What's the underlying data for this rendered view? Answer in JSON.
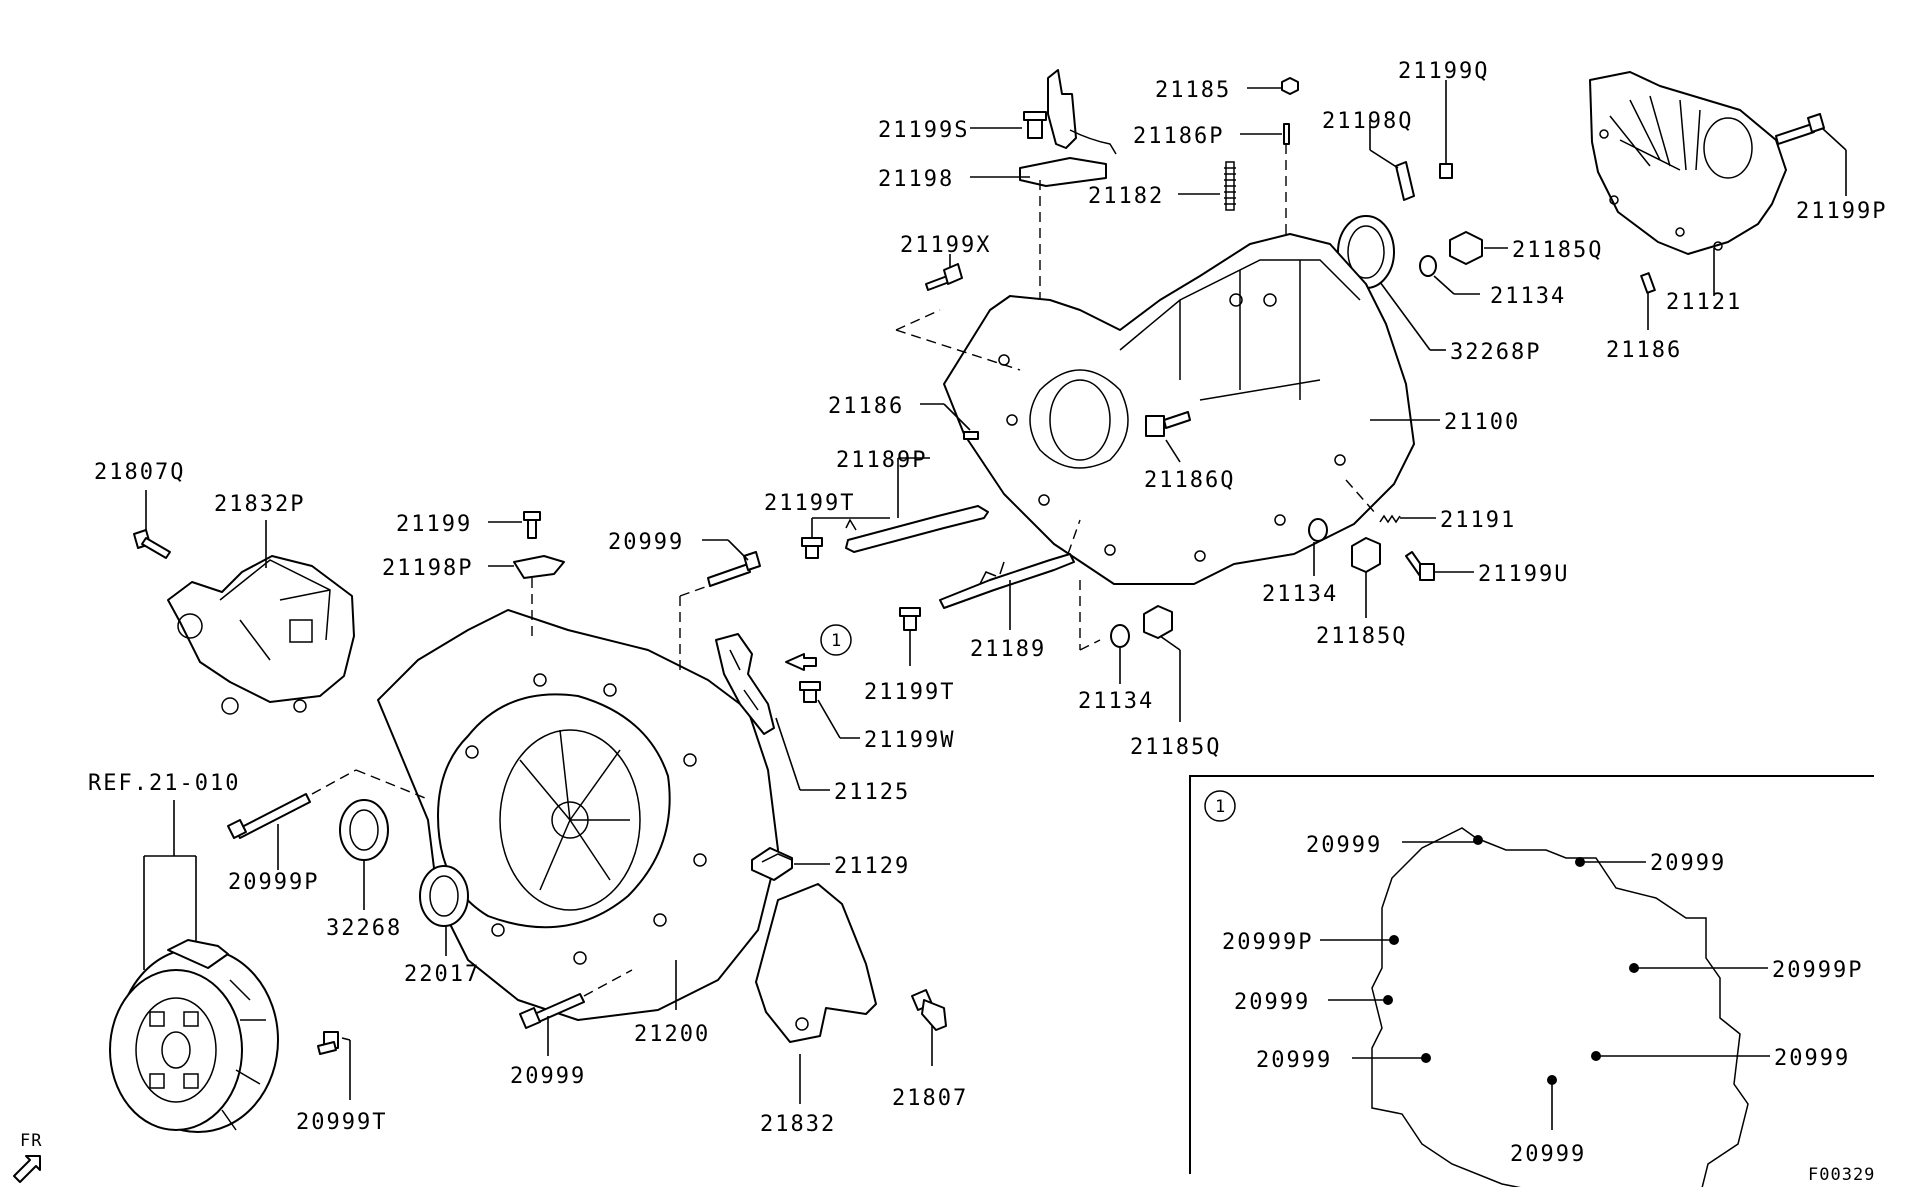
{
  "diagram_code": "F00329",
  "direction_marker": "FR",
  "detail_marker": "1",
  "reference_label": "REF.21-010",
  "parts": {
    "p21185_top": "21185",
    "p21199Q": "21199Q",
    "p21199S": "21199S",
    "p21186P": "21186P",
    "p21198Q": "21198Q",
    "p21198": "21198",
    "p21182": "21182",
    "p21185Q_a": "21185Q",
    "p21134_a": "21134",
    "p21199P": "21199P",
    "p21121": "21121",
    "p21186_a": "21186",
    "p21199X": "21199X",
    "p32268P": "32268P",
    "p21186_b": "21186",
    "p21100": "21100",
    "p21189P": "21189P",
    "p21186Q": "21186Q",
    "p21807Q": "21807Q",
    "p21832P": "21832P",
    "p21199T_a": "21199T",
    "p21191": "21191",
    "p21199": "21199",
    "p20999_a": "20999",
    "p21198P": "21198P",
    "p21134_b": "21134",
    "p21199U": "21199U",
    "p21185Q_b": "21185Q",
    "p21189": "21189",
    "p21199T_b": "21199T",
    "p21134_c": "21134",
    "p21199W": "21199W",
    "p21185Q_c": "21185Q",
    "p21125": "21125",
    "p20999P_a": "20999P",
    "p21129": "21129",
    "p32268": "32268",
    "p22017": "22017",
    "p21200": "21200",
    "p20999_b": "20999",
    "p21832": "21832",
    "p21807": "21807",
    "p20999T": "20999T"
  },
  "detail": {
    "d20999_1": "20999",
    "d20999_2": "20999",
    "d20999P_1": "20999P",
    "d20999P_2": "20999P",
    "d20999_3": "20999",
    "d20999_4": "20999",
    "d20999_5": "20999",
    "d20999_6": "20999"
  }
}
